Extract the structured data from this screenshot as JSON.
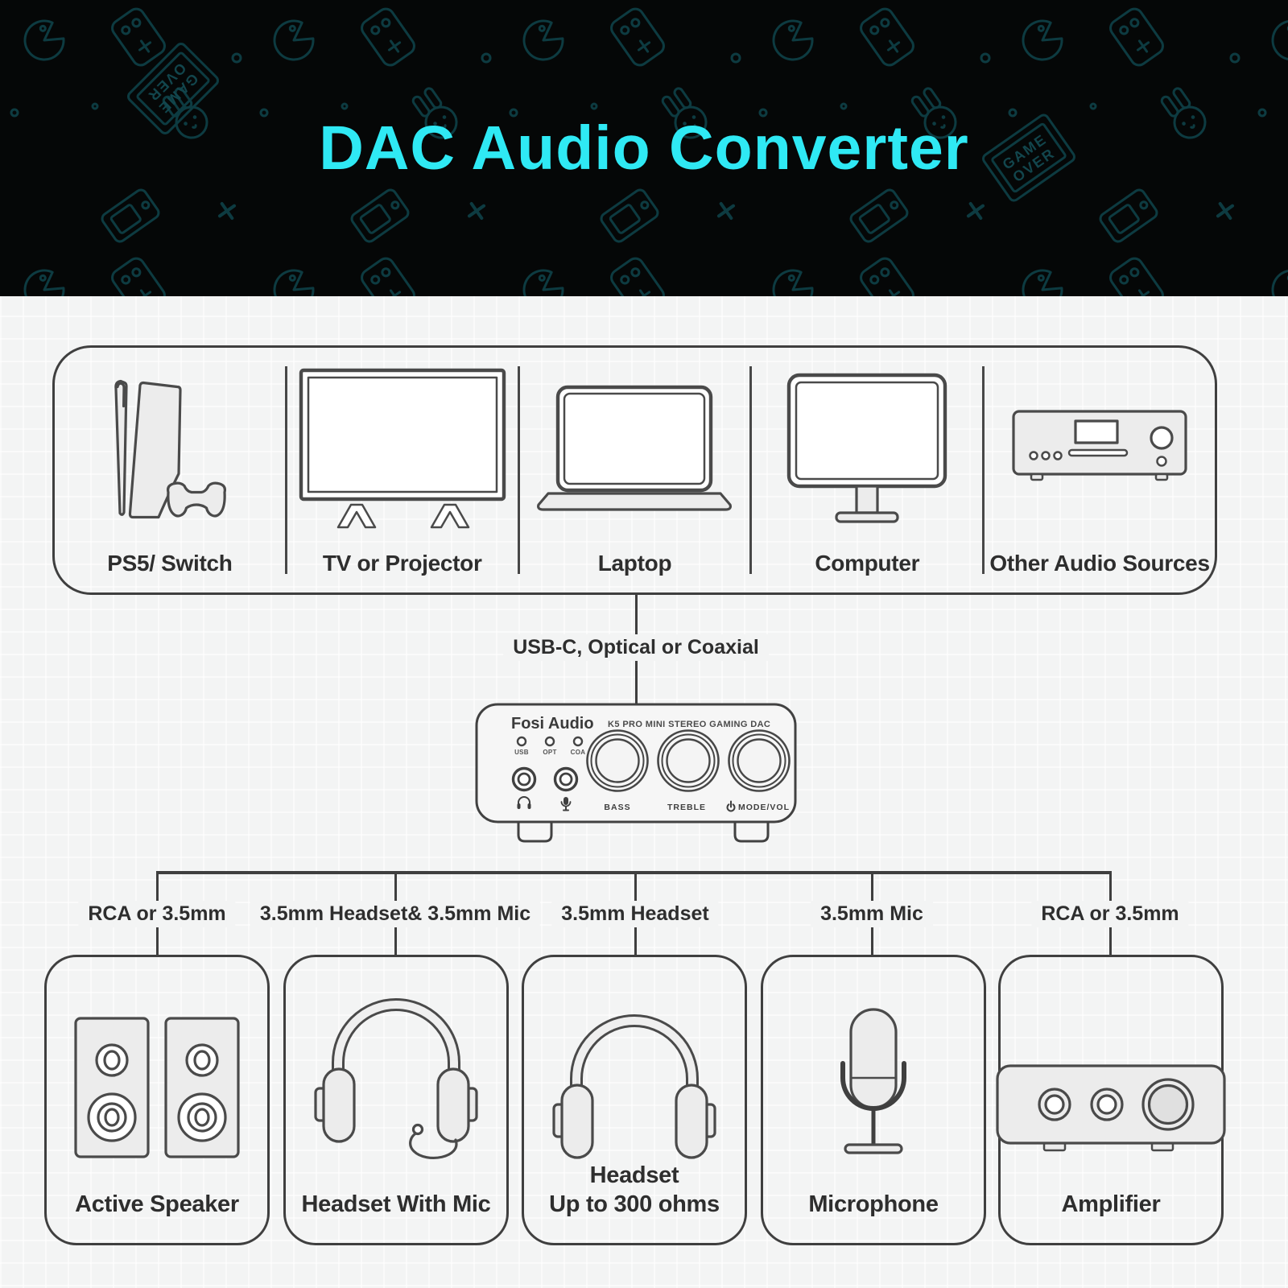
{
  "header": {
    "title": "DAC Audio Converter",
    "accent_color": "#2FE9F4",
    "bg_color": "#050707",
    "pattern_color": "#0d3b41",
    "pattern_text_line1": "GAME",
    "pattern_text_line2": "OVER"
  },
  "sources": {
    "items": [
      {
        "label": "PS5/ Switch",
        "icon": "ps5-console-icon"
      },
      {
        "label": "TV or Projector",
        "icon": "tv-icon"
      },
      {
        "label": "Laptop",
        "icon": "laptop-icon"
      },
      {
        "label": "Computer",
        "icon": "desktop-monitor-icon"
      },
      {
        "label": "Other Audio Sources",
        "icon": "audio-receiver-icon"
      }
    ]
  },
  "input_connection": {
    "label": "USB-C, Optical or Coaxial"
  },
  "device": {
    "brand": "Fosi Audio",
    "model": "K5 PRO MINI STEREO GAMING DAC",
    "leds": [
      "USB",
      "OPT",
      "COA"
    ],
    "jacks": [
      "headphone",
      "microphone"
    ],
    "knobs": [
      "BASS",
      "TREBLE",
      "MODE/VOL"
    ]
  },
  "outputs": [
    {
      "connection": "RCA or 3.5mm",
      "label": "Active Speaker",
      "icon": "speakers-icon"
    },
    {
      "connection": "3.5mm Headset& 3.5mm Mic",
      "label": "Headset With Mic",
      "icon": "headset-mic-icon"
    },
    {
      "connection": "3.5mm Headset",
      "label": "Headset",
      "label2": "Up to 300 ohms",
      "icon": "headset-icon"
    },
    {
      "connection": "3.5mm Mic",
      "label": "Microphone",
      "icon": "microphone-icon"
    },
    {
      "connection": "RCA or 3.5mm",
      "label": "Amplifier",
      "icon": "amplifier-icon"
    }
  ],
  "colors": {
    "line": "#3f3f3f",
    "page_bg": "#f3f4f4",
    "icon_stroke": "#4a4a4a",
    "icon_fill": "#ececec"
  }
}
